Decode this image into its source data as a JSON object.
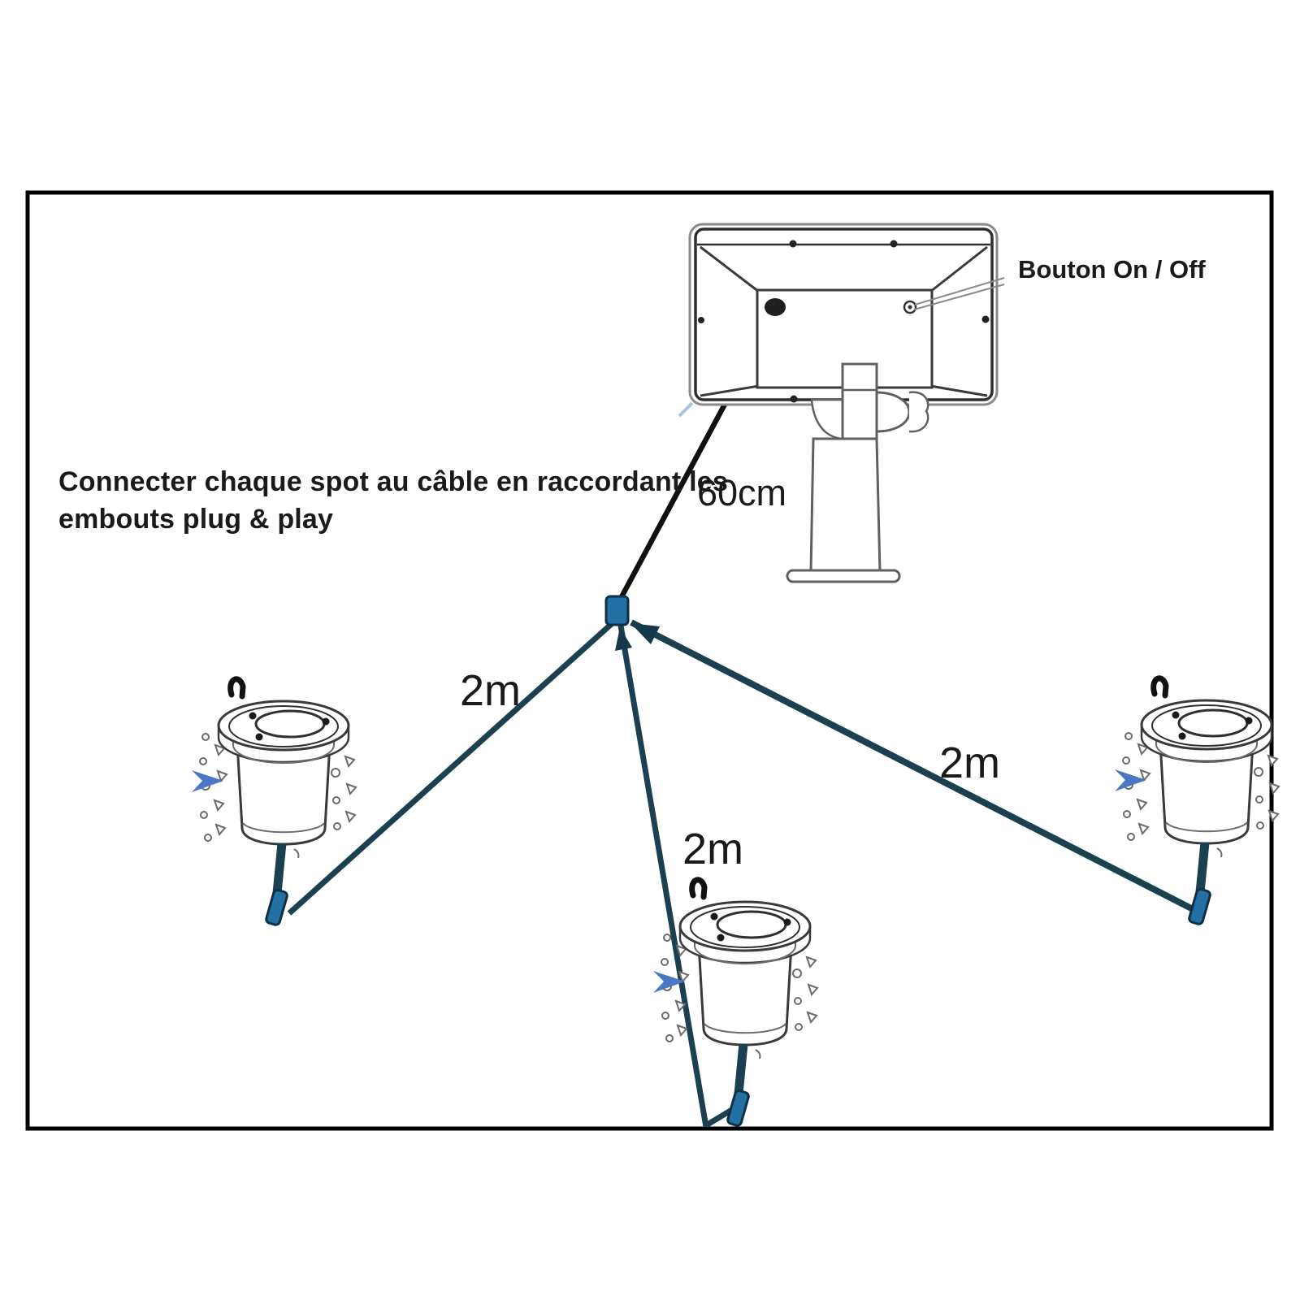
{
  "diagram": {
    "instruction_line1": "Connecter chaque spot au câble en raccordant les",
    "instruction_line2": "embouts plug & play",
    "solar_panel": {
      "button_label": "Bouton On / Off"
    },
    "cables": {
      "panel_to_junction": "60cm",
      "junction_to_left_spot": "2m",
      "junction_to_middle_spot": "2m",
      "junction_to_right_spot": "2m"
    },
    "colors": {
      "cable_dark_teal": "#1B4050",
      "solar_cable_black": "#101010",
      "connector_blue": "#2470A5",
      "arrow_blue": "#4A78C4",
      "frame_border": "#000000",
      "text": "#1A1A1A"
    }
  }
}
